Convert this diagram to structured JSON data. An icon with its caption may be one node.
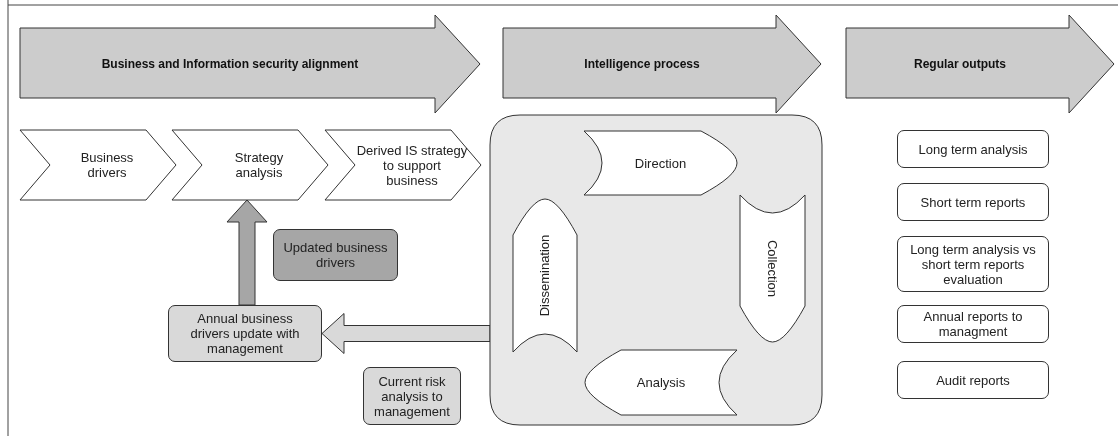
{
  "diagram": {
    "nodes": [
      {
        "text": [
          "Business and Information security alignment"
        ]
      },
      {
        "text": [
          "Intelligence process"
        ]
      },
      {
        "text": [
          "Regular outputs"
        ]
      },
      {
        "text": [
          "Business drivers"
        ]
      },
      {
        "text": [
          "Strategy analysis"
        ]
      },
      {
        "text": [
          "Derived IS strategy to support business"
        ]
      },
      {
        "text": [
          "Updated business drivers"
        ]
      },
      {
        "text": [
          "Annual business drivers update with management"
        ]
      },
      {
        "text": [
          "Current risk analysis to management"
        ]
      },
      {
        "text": [],
        "shape": "box"
      },
      {
        "text": [
          "Direction"
        ],
        "in": 9
      },
      {
        "text": [
          "Collection"
        ],
        "in": 9
      },
      {
        "text": [
          "Analysis"
        ],
        "in": 9
      },
      {
        "text": [
          "Dissemination"
        ],
        "in": 9
      },
      {
        "text": [
          "Long term analysis"
        ]
      },
      {
        "text": [
          "Short term reports"
        ]
      },
      {
        "text": [
          "Long term analysis vs short term reports evaluation"
        ]
      },
      {
        "text": [
          "Annual reports to managment"
        ]
      },
      {
        "text": [
          "Audit reports"
        ]
      }
    ],
    "edges": [
      {
        "from": 7,
        "to": 4,
        "arrow": "to",
        "style": "thick",
        "color": "#a6a6a6"
      },
      {
        "from": 9,
        "to": 7,
        "arrow": "to",
        "style": "thick",
        "color": "#d9d9d9"
      }
    ]
  }
}
